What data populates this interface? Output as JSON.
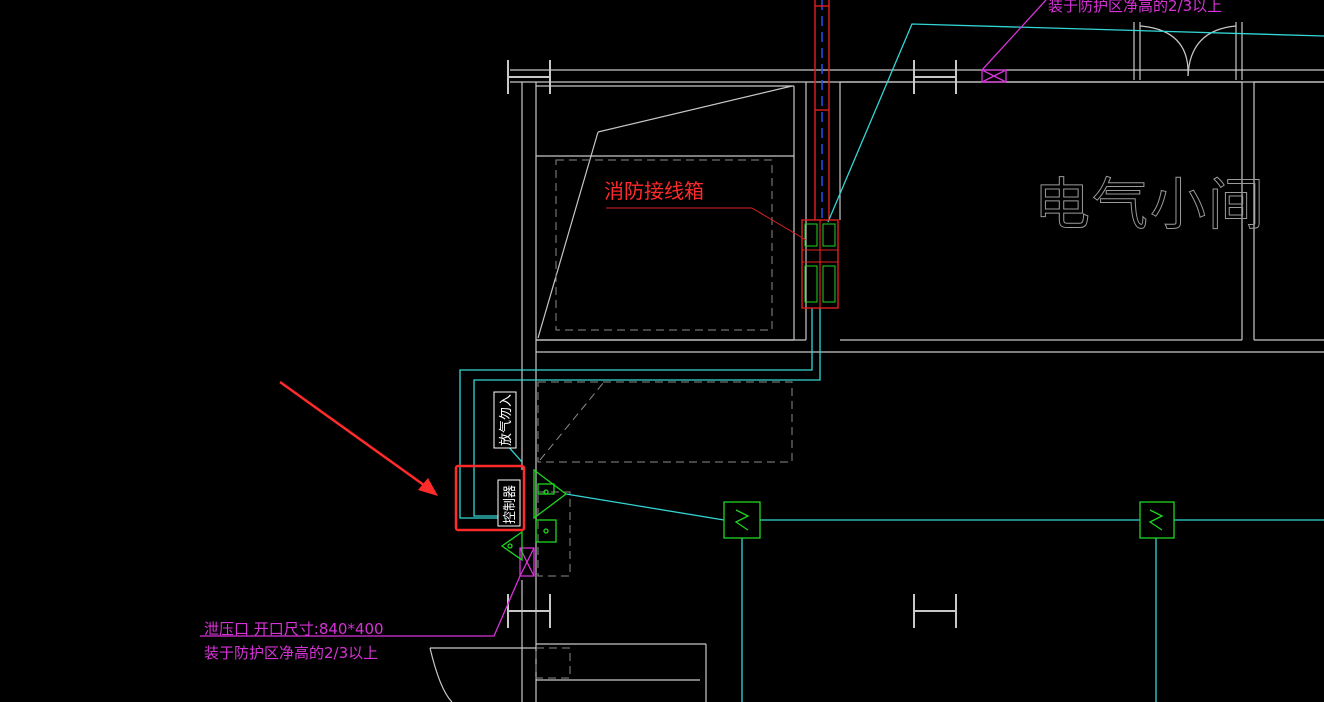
{
  "drawing": {
    "room_label": "电气小间",
    "fire_box_label": "消防接线箱",
    "vent_top_note": "装于防护区净高的2/3以上",
    "relief_note_line1": "泄压口  开口尺寸:840*400",
    "relief_note_line2": "装于防护区净高的2/3以上",
    "spray_label": "放气勿入",
    "controller_label": "控制器"
  },
  "colors": {
    "background": "#000000",
    "wall": "#c8c8c8",
    "cyan_wire": "#33d6d6",
    "green_device": "#1fd61f",
    "red_line": "#e02020",
    "magenta": "#d633d6",
    "annotation_red": "#ff2a2a",
    "dim_gray": "#8a8a8a"
  }
}
